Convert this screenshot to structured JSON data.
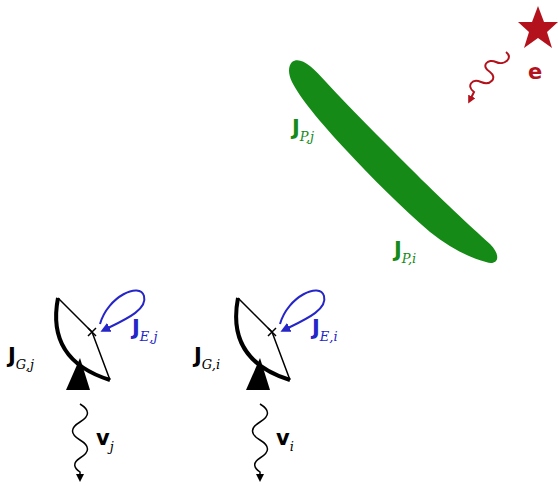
{
  "diagram": {
    "labels": [
      "e",
      "JP,j",
      "JP,i",
      "JE,j",
      "JE,i",
      "JG,j",
      "JG,i",
      "vj",
      "vi"
    ]
  }
}
